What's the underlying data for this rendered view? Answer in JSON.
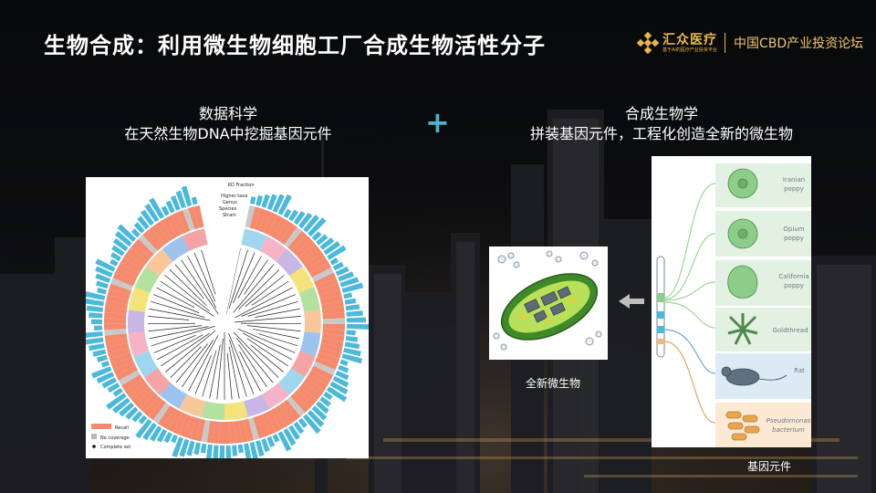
{
  "slide": {
    "title": "生物合成：利用微生物细胞工厂合成生物活性分子"
  },
  "logo": {
    "name": "汇众医疗",
    "subtitle": "基于AI的医疗产业投资平台",
    "forum": "中国CBD产业投资论坛"
  },
  "left_section": {
    "heading": "数据科学",
    "subheading": "在天然生物DNA中挖掘基因元件",
    "tree_labels": [
      "KO Fraction",
      "Higher taxa",
      "Genus",
      "Species",
      "Strain"
    ],
    "legend": [
      "Recall",
      "No coverage",
      "Complete set"
    ]
  },
  "plus_sign": "+",
  "right_section": {
    "heading": "合成生物学",
    "subheading": "拼装基因元件，工程化创造全新的微生物"
  },
  "cell_caption": "全新微生物",
  "parts_caption": "基因元件",
  "organisms": [
    {
      "label_line1": "Iranian",
      "label_line2": "poppy"
    },
    {
      "label_line1": "Opium",
      "label_line2": "poppy"
    },
    {
      "label_line1": "California",
      "label_line2": "poppy"
    },
    {
      "label_line1": "Goldthread",
      "label_line2": ""
    },
    {
      "label_line1": "Rat",
      "label_line2": ""
    },
    {
      "label_line1": "Pseudomonas",
      "label_line2": "bacterium"
    }
  ],
  "colors": {
    "accent_teal": "#4db3c9",
    "brand_gold": "#e7b64a",
    "recall_salmon": "#f58a6c",
    "bar_blue": "#4bb8dc",
    "plant_green": "#8ccd8a",
    "rat_blue": "#cfe3ee",
    "bacteria_orange": "#f0b97a"
  }
}
